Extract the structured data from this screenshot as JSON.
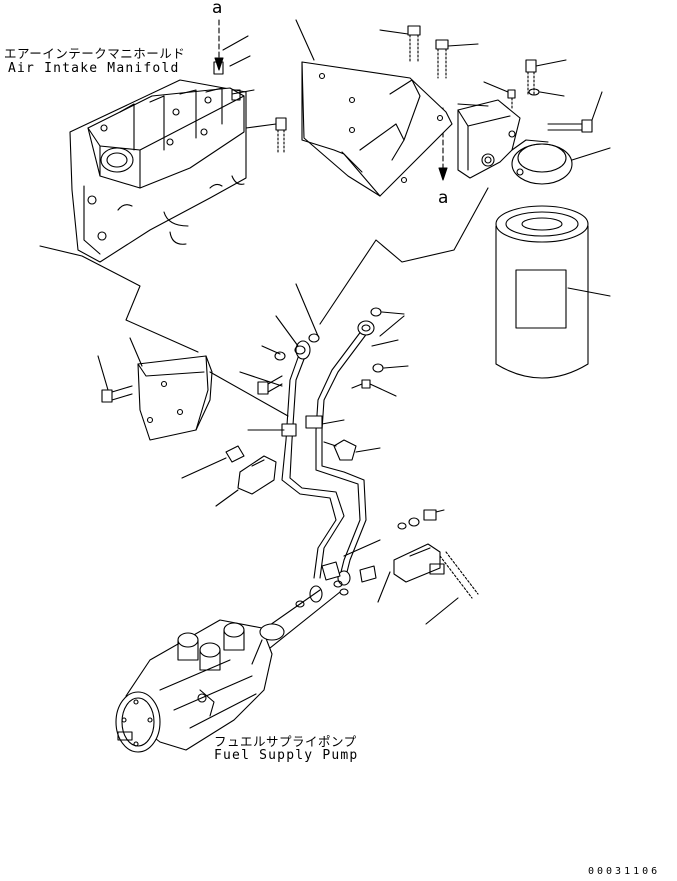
{
  "labels": {
    "manifold_jp": "エアーインテークマニホールド",
    "manifold_en": "Air Intake Manifold",
    "pump_jp": "フュエルサプライポンプ",
    "pump_en": "Fuel Supply Pump"
  },
  "refs": {
    "top": "a",
    "mid": "a"
  },
  "doc_number": "00031106"
}
